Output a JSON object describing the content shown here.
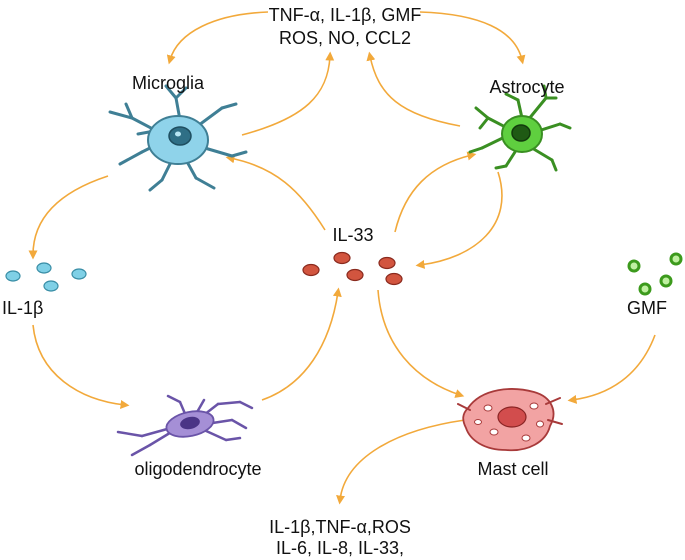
{
  "labels": {
    "top_mediators_line1": "TNF-α, IL-1β, GMF",
    "top_mediators_line2": "ROS, NO, CCL2",
    "microglia": "Microglia",
    "astrocyte": "Astrocyte",
    "il33": "IL-33",
    "il1b": "IL-1β",
    "gmf": "GMF",
    "oligodendrocyte": "oligodendrocyte",
    "mast_cell": "Mast cell",
    "bottom_mediators_line1": "IL-1β,TNF-α,ROS",
    "bottom_mediators_line2": "IL-6, IL-8, IL-33,"
  },
  "colors": {
    "arrow": "#f2a93b",
    "microglia": "#8fd3ea",
    "astrocyte": "#5fcf3f",
    "oligodendrocyte": "#a58fd6",
    "mast_cell": "#e97a7a",
    "il33_dot": "#d2553f",
    "il1b_dot": "#7fd0e6",
    "gmf_dot": "#7ccf4a"
  }
}
